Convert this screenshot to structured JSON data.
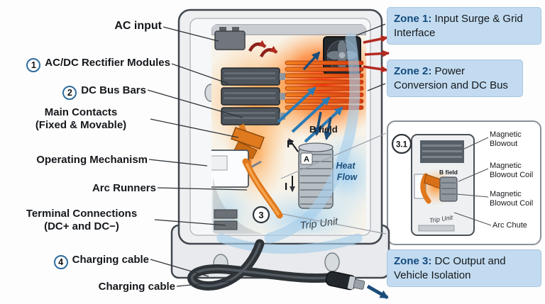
{
  "left_labels": [
    {
      "badge": "",
      "text": "AC input"
    },
    {
      "badge": "1",
      "text": "AC/DC Rectifier Modules"
    },
    {
      "badge": "2",
      "text": "DC Bus Bars"
    },
    {
      "badge": "",
      "text": "Main Contacts\n(Fixed & Movable)"
    },
    {
      "badge": "",
      "text": "Operating Mechanism"
    },
    {
      "badge": "",
      "text": "Arc Runners"
    },
    {
      "badge": "",
      "text": "Terminal Connections\n(DC+ and DC−)"
    },
    {
      "badge": "4",
      "text": "Charging cable"
    },
    {
      "badge": "",
      "text": "Charging cable"
    }
  ],
  "zones": [
    {
      "title": "Zone 1:",
      "text": "Input Surge & Grid Interface"
    },
    {
      "title": "Zone 2:",
      "text": "Power Conversion and DC Bus"
    },
    {
      "title": "Zone 3:",
      "text": "DC Output and Vehicle Isolation"
    }
  ],
  "device": {
    "b_field": "B field",
    "force_label": "F",
    "ampere_label": "A",
    "current_label": "I",
    "heat_word1": "Heat",
    "heat_word2": "Flow",
    "badge_3": "3",
    "trip_unit": "Trip Unit"
  },
  "inset": {
    "badge": "3.1",
    "b_field": "B field",
    "trip_unit": "Trip Unit",
    "labels": [
      "Magnetic Blowout",
      "Magnetic Blowout Coil",
      "Magnetic Blowout Coil",
      "Arc Chute"
    ]
  },
  "colors": {
    "zone_bg": "#c2dbf0",
    "zone_title": "#124a7e",
    "heat_red": "#e8490f",
    "heat_orange": "#f59b4b",
    "copper": "#e07a1f",
    "flow_blue": "#a9cfeb",
    "arrow_blue": "#2b7bb5",
    "arrow_red": "#b32a20",
    "cable_gray": "#2e3338"
  }
}
